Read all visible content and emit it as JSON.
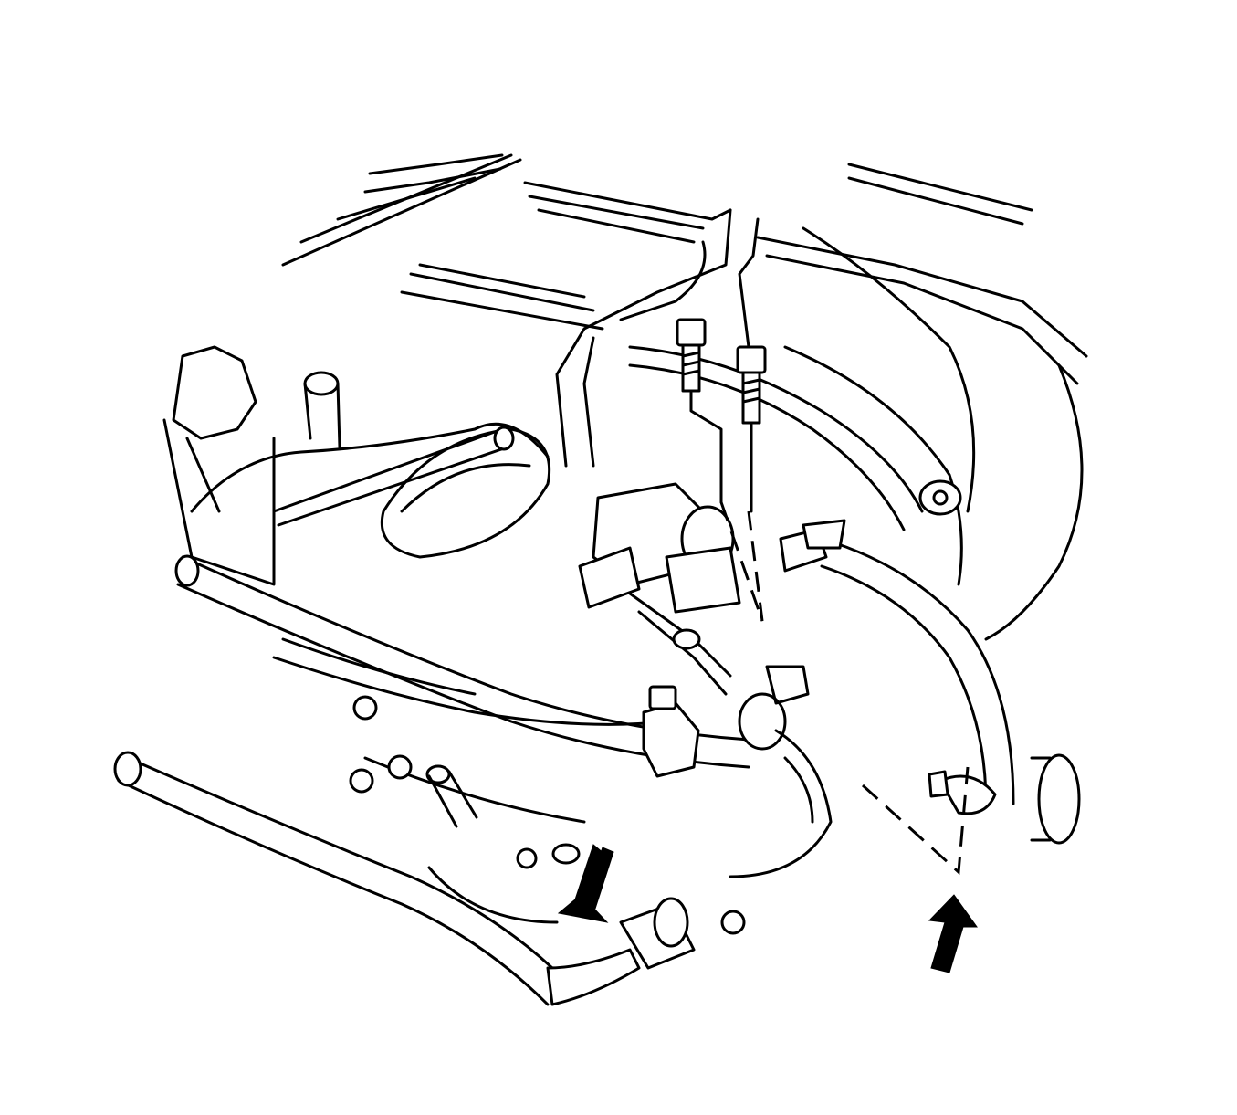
{
  "diagram": {
    "colors": {
      "stroke": "#000000",
      "background": "#ffffff",
      "arrow_fill": "#000000"
    },
    "arrows": [
      {
        "name": "removal-arrow",
        "direction": "down-left"
      },
      {
        "name": "installation-arrow",
        "direction": "up"
      }
    ]
  }
}
